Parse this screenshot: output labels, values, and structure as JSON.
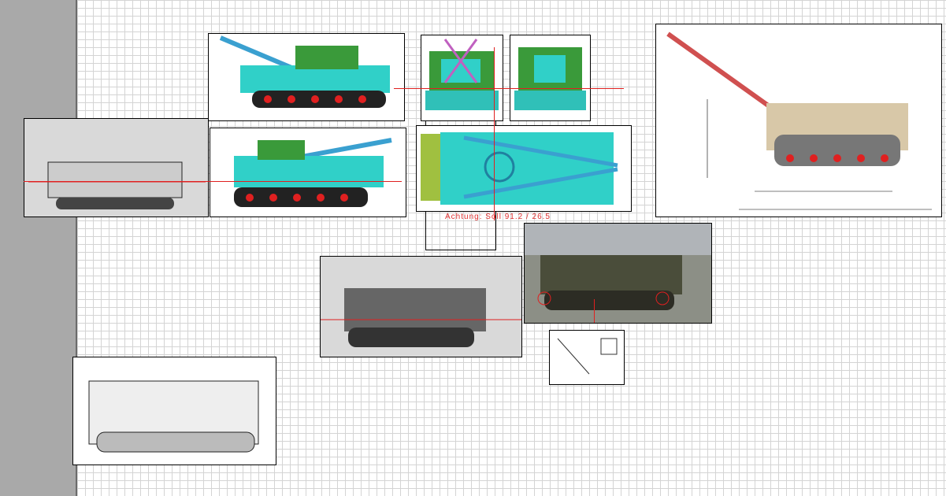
{
  "annotation": {
    "warning": "Achtung: Soll 91.2 / 26.5"
  },
  "colors": {
    "accent": "#e03030",
    "hull": "#30d0c8",
    "green": "#3a9a3a",
    "sidepanel": "#a9a9a9"
  },
  "frames": [
    "side-view-crane-up",
    "front-view",
    "rear-view",
    "side-view-crane-down",
    "top-view",
    "crane-extended-dimensioned",
    "technical-drawing-left",
    "photo-sketch",
    "museum-photo",
    "small-diagram",
    "cutaway-drawing"
  ]
}
